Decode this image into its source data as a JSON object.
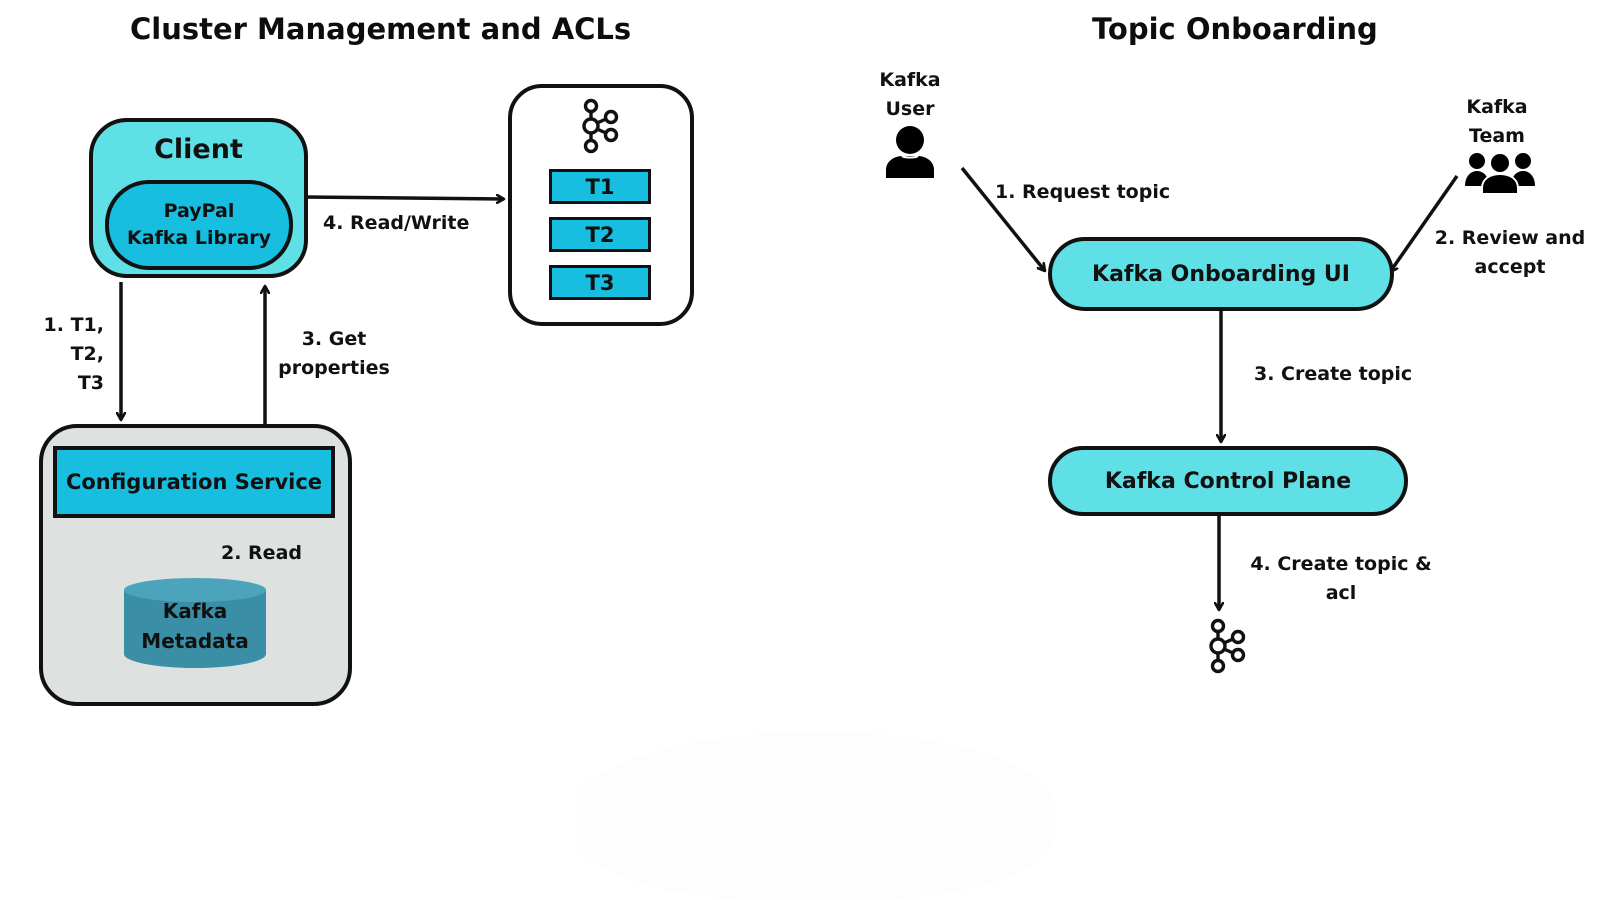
{
  "left_panel": {
    "title": "Cluster Management and ACLs",
    "client": {
      "label": "Client",
      "library_line1": "PayPal",
      "library_line2": "Kafka Library"
    },
    "broker": {
      "icon": "kafka-icon",
      "topics": [
        "T1",
        "T2",
        "T3"
      ]
    },
    "config_service": {
      "label": "Configuration Service",
      "metadata_line1": "Kafka",
      "metadata_line2": "Metadata"
    },
    "edges": {
      "step1_line1": "1. T1,",
      "step1_line2": "T2,",
      "step1_line3": "T3",
      "step2": "2. Read",
      "step3_line1": "3. Get",
      "step3_line2": "properties",
      "step4": "4. Read/Write"
    }
  },
  "right_panel": {
    "title": "Topic Onboarding",
    "kafka_user": {
      "line1": "Kafka",
      "line2": "User",
      "icon": "user-icon"
    },
    "kafka_team": {
      "line1": "Kafka",
      "line2": "Team",
      "icon": "users-group-icon"
    },
    "onboarding_ui": "Kafka Onboarding UI",
    "control_plane": "Kafka Control Plane",
    "result_icon": "kafka-icon",
    "edges": {
      "step1": "1. Request topic",
      "step2_line1": "2. Review and",
      "step2_line2": "accept",
      "step3": "3. Create topic",
      "step4_line1": "4. Create topic &",
      "step4_line2": "acl"
    }
  },
  "colors": {
    "client_fill": "#5fdfe6",
    "library_fill": "#17bedf",
    "topic_fill": "#17bedf",
    "config_area_fill": "#dde1e0",
    "metadata_fill": "#3a8ea5",
    "stroke": "#111111"
  }
}
